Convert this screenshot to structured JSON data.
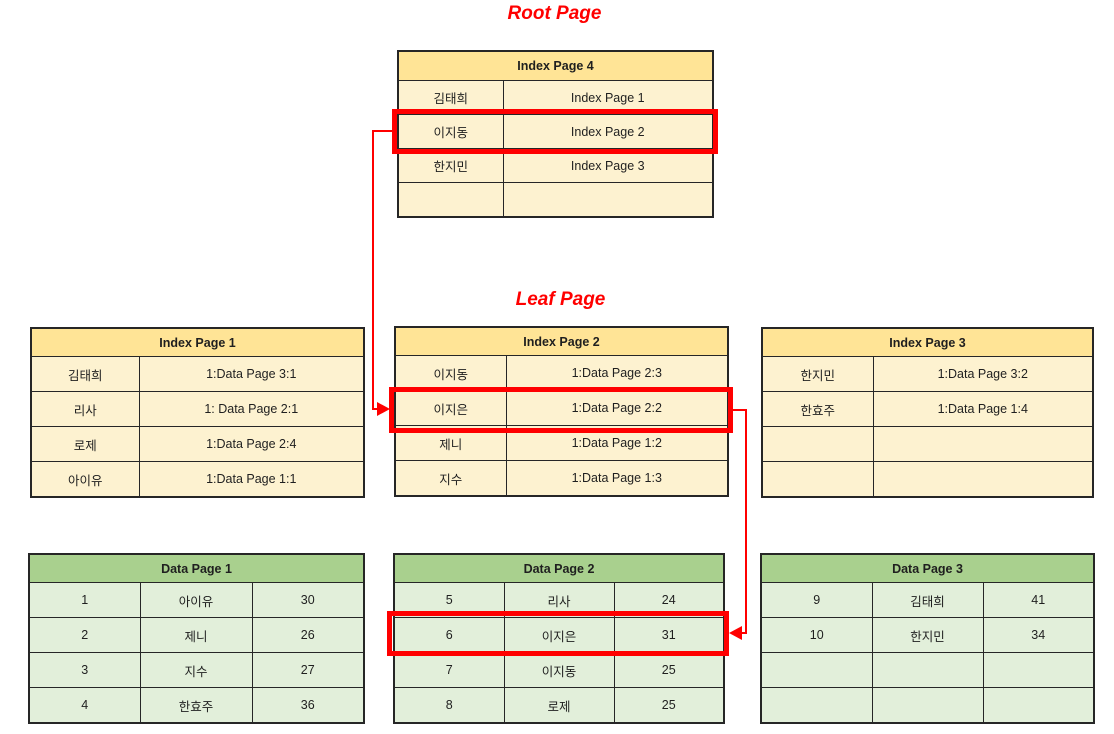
{
  "titles": {
    "root": "Root Page",
    "leaf": "Leaf Page"
  },
  "colors": {
    "accent_red": "#ff0000",
    "index_header": "#ffe496",
    "index_row": "#fdf2d0",
    "data_header": "#a9d08e",
    "data_row": "#e2efda",
    "border": "#262626"
  },
  "tables": {
    "index4": {
      "title": "Index Page 4",
      "rows": [
        [
          "김태희",
          "Index Page 1"
        ],
        [
          "이지동",
          "Index Page 2"
        ],
        [
          "한지민",
          "Index Page 3"
        ],
        [
          "",
          ""
        ]
      ]
    },
    "index1": {
      "title": "Index Page 1",
      "rows": [
        [
          "김태희",
          "1:Data Page 3:1"
        ],
        [
          "리사",
          "1: Data Page 2:1"
        ],
        [
          "로제",
          "1:Data Page 2:4"
        ],
        [
          "아이유",
          "1:Data Page 1:1"
        ]
      ]
    },
    "index2": {
      "title": "Index Page 2",
      "rows": [
        [
          "이지동",
          "1:Data Page 2:3"
        ],
        [
          "이지은",
          "1:Data Page 2:2"
        ],
        [
          "제니",
          "1:Data Page 1:2"
        ],
        [
          "지수",
          "1:Data Page 1:3"
        ]
      ]
    },
    "index3": {
      "title": "Index Page 3",
      "rows": [
        [
          "한지민",
          "1:Data Page 3:2"
        ],
        [
          "한효주",
          "1:Data Page 1:4"
        ],
        [
          "",
          ""
        ],
        [
          "",
          ""
        ]
      ]
    },
    "data1": {
      "title": "Data Page 1",
      "rows": [
        [
          "1",
          "아이유",
          "30"
        ],
        [
          "2",
          "제니",
          "26"
        ],
        [
          "3",
          "지수",
          "27"
        ],
        [
          "4",
          "한효주",
          "36"
        ]
      ]
    },
    "data2": {
      "title": "Data Page 2",
      "rows": [
        [
          "5",
          "리사",
          "24"
        ],
        [
          "6",
          "이지은",
          "31"
        ],
        [
          "7",
          "이지동",
          "25"
        ],
        [
          "8",
          "로제",
          "25"
        ]
      ]
    },
    "data3": {
      "title": "Data Page 3",
      "rows": [
        [
          "9",
          "김태희",
          "41"
        ],
        [
          "10",
          "한지민",
          "34"
        ],
        [
          "",
          "",
          ""
        ],
        [
          "",
          "",
          ""
        ]
      ]
    }
  }
}
